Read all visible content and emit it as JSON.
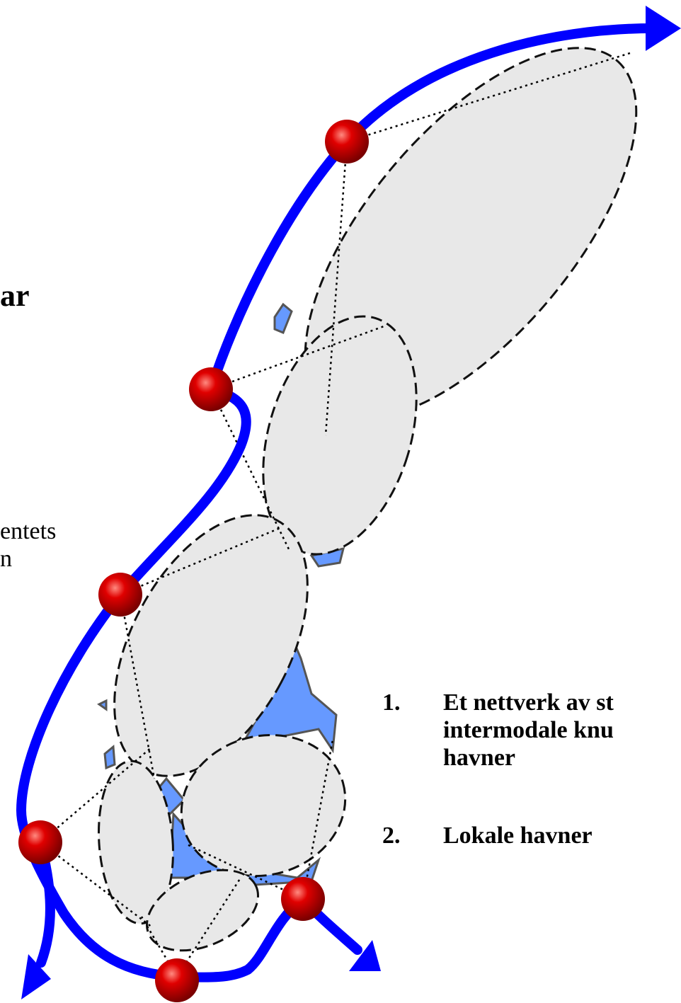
{
  "colors": {
    "route": "#0000ff",
    "land": "#6699ff",
    "region_fill": "#e8e8e8",
    "port_node": "#cc0000"
  },
  "icons": {
    "port_node": "red-sphere",
    "route_end": "blue-arrowhead"
  },
  "left_text_fragments": {
    "bold_fragment": "ar",
    "line1": "entets",
    "line2": "n"
  },
  "legend": {
    "items": [
      {
        "number": "1.",
        "text": "Et nettverk av st\nintermodale knu\nhavner"
      },
      {
        "number": "2.",
        "text": "Lokale havner"
      }
    ]
  }
}
